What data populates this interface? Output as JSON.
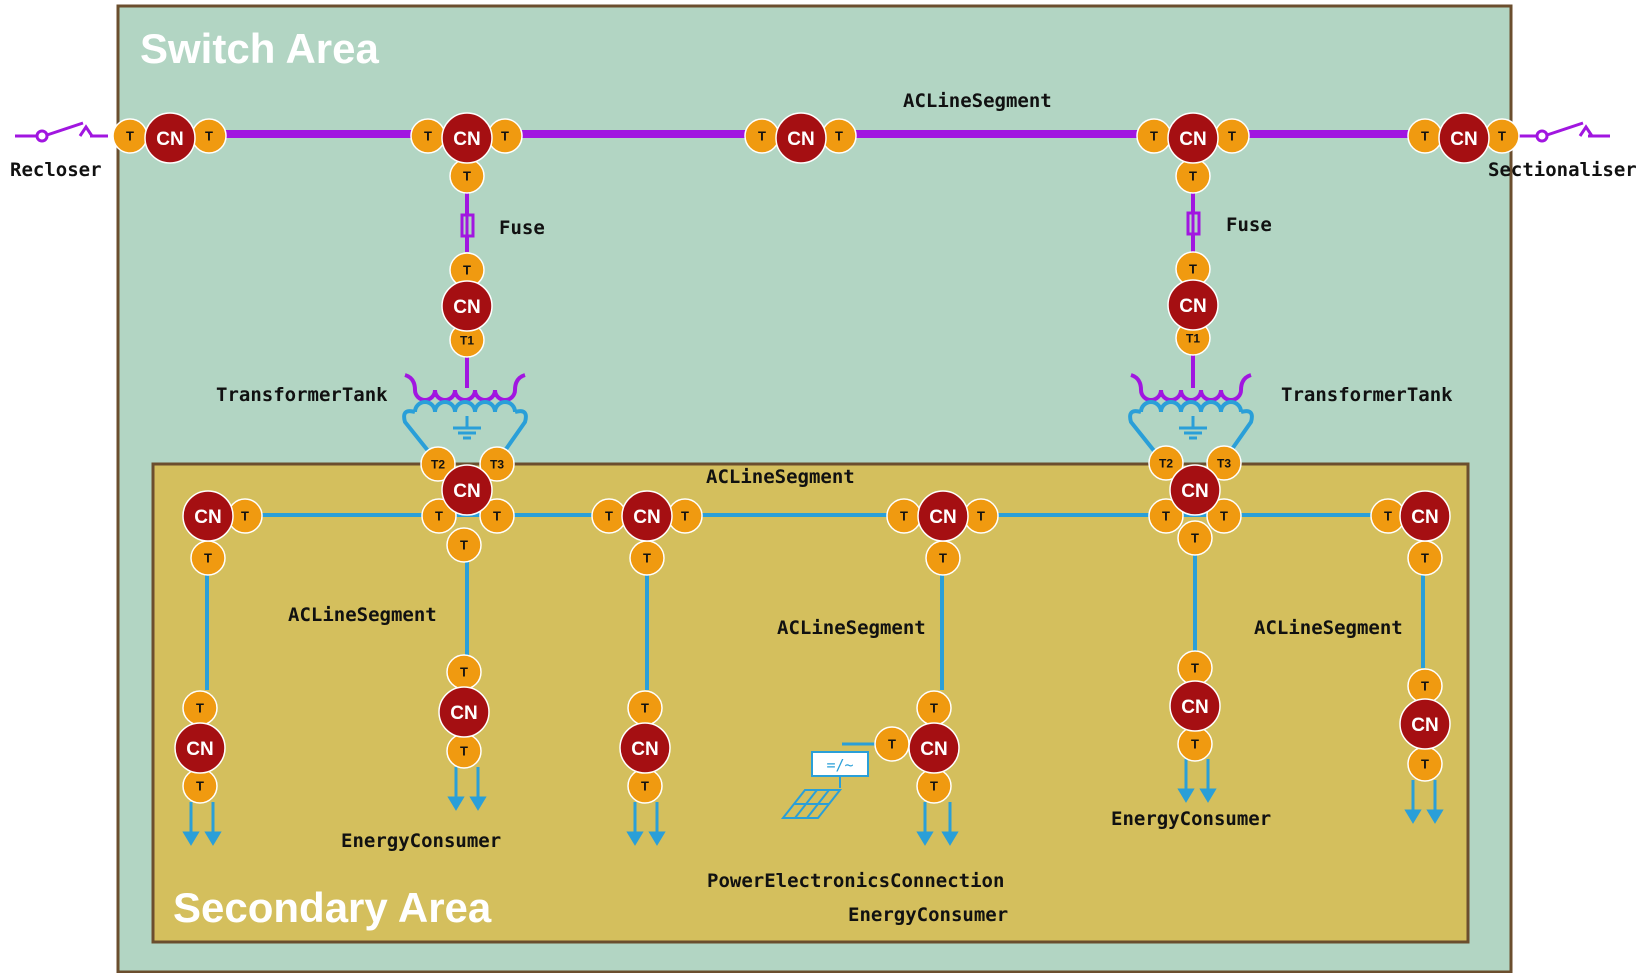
{
  "areas": {
    "switch_title": "Switch Area",
    "secondary_title": "Secondary Area"
  },
  "colors": {
    "switch_area_fill": "#b2d5c3",
    "switch_area_border": "#6b4e2e",
    "secondary_area_fill": "#d4bf5d",
    "secondary_area_border": "#6b4e2e",
    "primary_line": "#a116e0",
    "secondary_line": "#2a9fd8",
    "connectivity_node": "#a50f12",
    "terminal": "#f09a10"
  },
  "node_labels": {
    "cn": "CN",
    "t": "T",
    "t1": "T1",
    "t2": "T2",
    "t3": "T3"
  },
  "labels": {
    "recloser": "Recloser",
    "sectionaliser": "Sectionaliser",
    "acline_top": "ACLineSegment",
    "fuse_left": "Fuse",
    "fuse_right": "Fuse",
    "transformer_left": "TransformerTank",
    "transformer_right": "TransformerTank",
    "acline_secondary_main": "ACLineSegment",
    "acline_branch_1": "ACLineSegment",
    "acline_branch_2": "ACLineSegment",
    "acline_branch_3": "ACLineSegment",
    "consumer_1": "EnergyConsumer",
    "consumer_2": "EnergyConsumer",
    "pec": "PowerElectronicsConnection",
    "consumer_3": "EnergyConsumer"
  },
  "icons": {
    "switch": "open-switch-icon",
    "fuse": "fuse-icon",
    "transformer": "transformer-icon",
    "inverter": "inverter-icon",
    "solar": "solar-panel-icon",
    "load": "load-arrow-icon"
  },
  "inverter_symbol": "=/~"
}
